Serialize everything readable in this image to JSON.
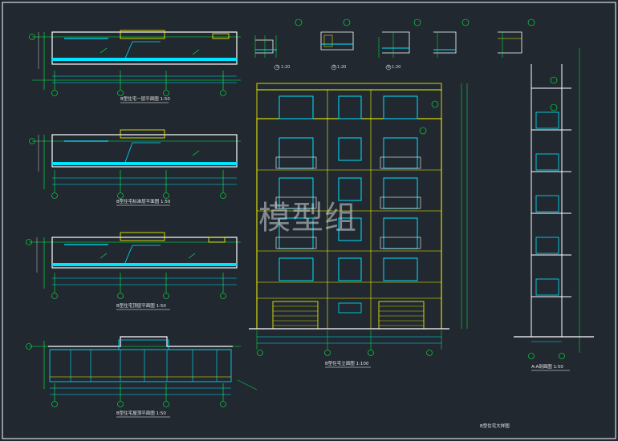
{
  "watermark": "模型组",
  "sheet_title": "B型住宅大样图",
  "views": {
    "plan1_title": "B型住宅一层平面图 1:50",
    "plan2_title": "B型住宅标准层平面图 1:50",
    "plan3_title": "B型住宅顶层平面图 1:50",
    "plan4_title": "B型住宅屋顶平面图 1:50",
    "elevation_title": "B型住宅立面图 1:100",
    "section_title": "A-A剖面图 1:50",
    "detail1_title": "① 1:20",
    "detail2_title": "② 1:20",
    "detail3_title": "③ 1:20"
  },
  "colors": {
    "background": "#212830",
    "wall_white": "#ffffff",
    "cyan": "#00e5ff",
    "yellow": "#ffff00",
    "green": "#00ff40",
    "red": "#ff2020",
    "magenta": "#ff40ff"
  }
}
